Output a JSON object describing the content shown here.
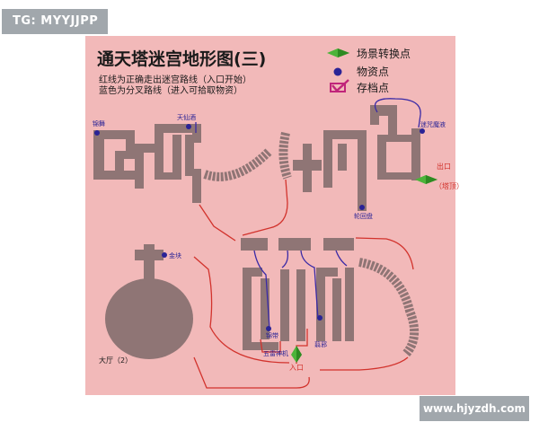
{
  "overlay": {
    "top_tag": "TG: MYYJJPP",
    "bottom_watermark": "www.hjyzdh.com"
  },
  "map": {
    "title": "通天塔迷宫地形图(三)",
    "subtitle_line1": "红线为正确走出迷宫路线（入口开始）",
    "subtitle_line2": "蓝色为分叉路线（进入可拾取物资）",
    "legend": [
      {
        "icon": "gem-icon",
        "label": "场景转换点"
      },
      {
        "icon": "dot-icon",
        "label": "物资点"
      },
      {
        "icon": "check-icon",
        "label": "存档点"
      }
    ],
    "labels": {
      "jinwu": "锦舞",
      "tianxianjiu": "天仙酒",
      "mibaomoliao": "迷咒魔液",
      "lunhuipan": "轮回盘",
      "exit_line1": "出口",
      "exit_line2": "（塔顶）",
      "jinkuai": "金块",
      "tiaojin": "锦带",
      "wulingshenjie": "五雷神机",
      "jianxie": "翦邪",
      "rukou": "入口",
      "dating": "大厅（2）"
    },
    "colors": {
      "background": "#f2b9b9",
      "wall": "#8f7575",
      "correct_route": "#d2332d",
      "branch_route": "#3a2aa6",
      "teleport_gem": "#4db33a",
      "item_dot": "#2a2396",
      "save_check": "#c0257a"
    }
  }
}
